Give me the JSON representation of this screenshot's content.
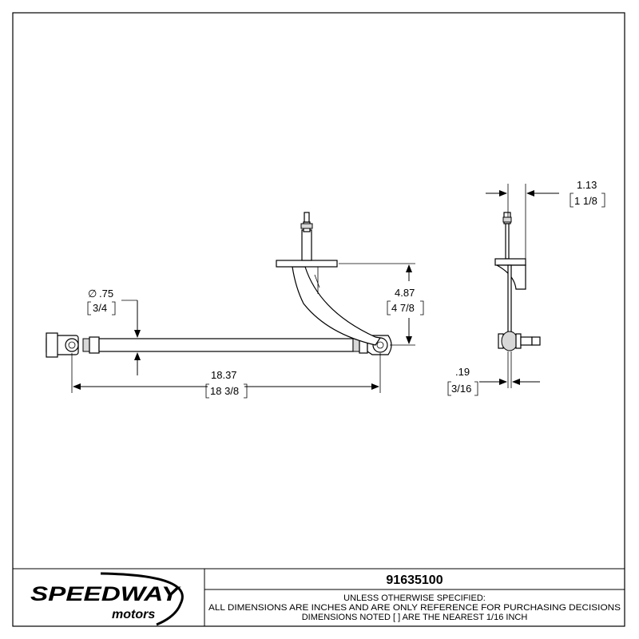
{
  "dimensions": {
    "diameter": {
      "symbol": "∅",
      "decimal": ".75",
      "fraction": "3/4"
    },
    "length": {
      "decimal": "18.37",
      "fraction": "18 3/8"
    },
    "height": {
      "decimal": "4.87",
      "fraction": "4 7/8"
    },
    "width": {
      "decimal": "1.13",
      "fraction": "1 1/8"
    },
    "thickness": {
      "decimal": ".19",
      "fraction": "3/16"
    }
  },
  "title_block": {
    "logo_top": "SPEEDWAY",
    "logo_bottom": "motors",
    "part_number": "91635100",
    "notes": [
      "UNLESS OTHERWISE SPECIFIED:",
      "ALL DIMENSIONS ARE INCHES AND ARE ONLY REFERENCE FOR PURCHASING DECISIONS",
      "DIMENSIONS NOTED [ ] ARE THE NEAREST 1/16 INCH"
    ]
  }
}
